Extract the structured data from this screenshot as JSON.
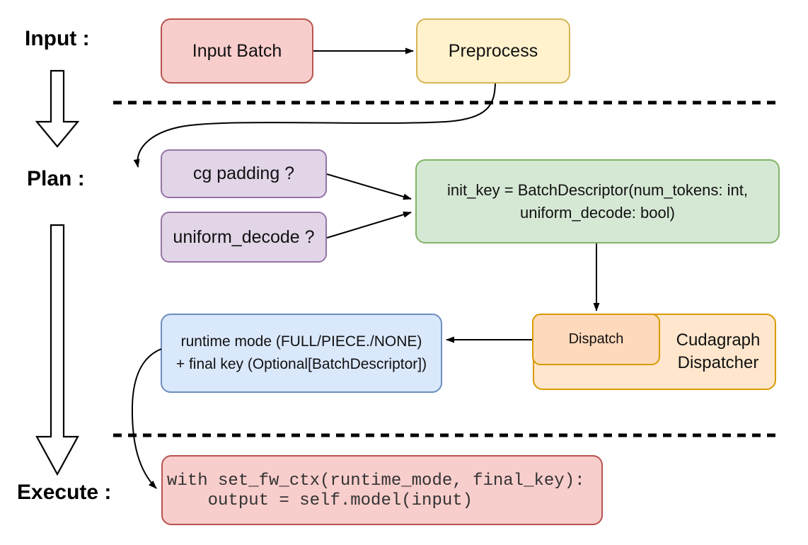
{
  "labels": {
    "input": "Input :",
    "plan": "Plan :",
    "execute": "Execute :"
  },
  "nodes": {
    "input_batch": {
      "label": "Input Batch",
      "fill": "#F8CECC",
      "stroke": "#B85450"
    },
    "preprocess": {
      "label": "Preprocess",
      "fill": "#FFF2CC",
      "stroke": "#D6B656"
    },
    "cg_padding": {
      "label": "cg padding ?",
      "fill": "#E1D5E7",
      "stroke": "#9673A6"
    },
    "uniform_decode": {
      "label": "uniform_decode ?",
      "fill": "#E1D5E7",
      "stroke": "#9673A6"
    },
    "init_key": {
      "line1": "init_key = BatchDescriptor(num_tokens: int,",
      "line2": "uniform_decode: bool)",
      "fill": "#D5E8D4",
      "stroke": "#82B366"
    },
    "dispatch": {
      "label": "Dispatch",
      "fill": "#FFD9BB",
      "stroke": "#D79B00"
    },
    "cudagraph_dispatcher": {
      "line1": "Cudagraph",
      "line2": "Dispatcher",
      "fill": "#FFE6CC",
      "stroke": "#D79B00"
    },
    "runtime_result": {
      "line1": "runtime mode (FULL/PIECE./NONE)",
      "line2": "+ final key (Optional[BatchDescriptor])",
      "fill": "#DAE8FC",
      "stroke": "#6C8EBF"
    },
    "execute_code": {
      "line1": "with set_fw_ctx(runtime_mode, final_key):",
      "line2": "    output = self.model(input)",
      "fill": "#F8CECC",
      "stroke": "#B85450"
    }
  },
  "connector_color": "#000000"
}
